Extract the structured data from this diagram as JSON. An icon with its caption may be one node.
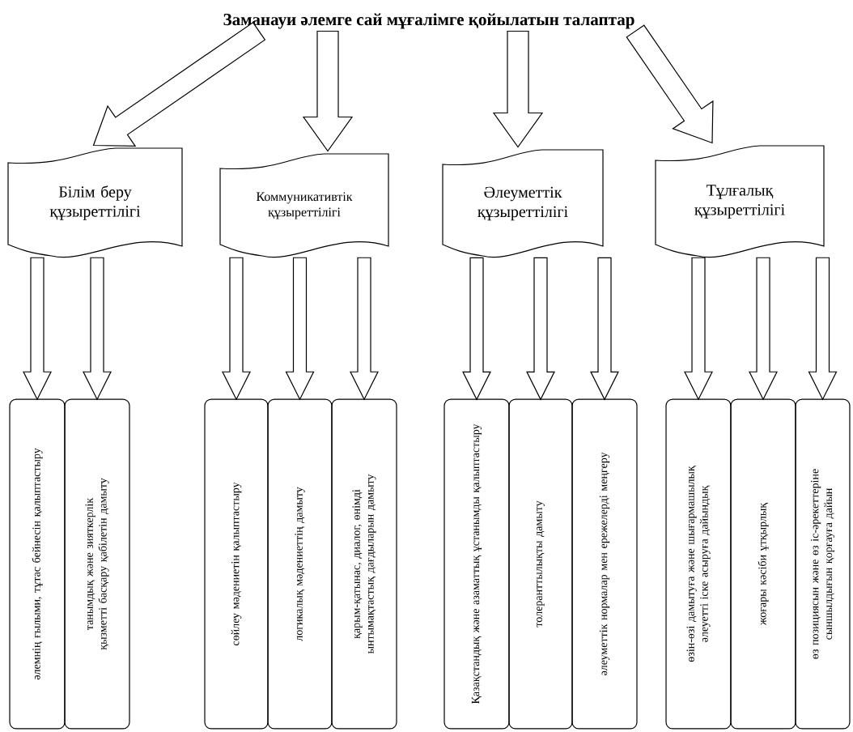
{
  "diagram": {
    "nodes": [
      {
        "text": [
          "Заманауи әлемге сай мұғалімге қойылатын талаптар"
        ]
      },
      {
        "text": [
          "Білім беру құзыреттілігі"
        ]
      },
      {
        "text": [
          "Коммуникативтік құзыреттілігі"
        ]
      },
      {
        "text": [
          "Әлеуметтік құзыреттілігі"
        ]
      },
      {
        "text": [
          "Тұлғалық құзыреттілігі"
        ]
      },
      {
        "text": [
          "әлемнің ғылыми, тұтас бейнесін қалыптастыру"
        ]
      },
      {
        "text": [
          "танымдық және зияткерлік қызметті басқару қабілетін дамыту"
        ]
      },
      {
        "text": [
          "сөйлеу мәдениетін қалыптастыру"
        ]
      },
      {
        "text": [
          "логикалық мәдениеттің дамыту"
        ]
      },
      {
        "text": [
          "қарым-қатынас, диалог, өнімді ынтымақтастық дағдыларын дамыту"
        ]
      },
      {
        "text": [
          "Қазақстандық және азаматтық ұстанымды қалыптастыру"
        ]
      },
      {
        "text": [
          "толеранттылықты дамыту"
        ]
      },
      {
        "text": [
          "әлеуметтік нормалар мен ережелерді меңгеру"
        ]
      },
      {
        "text": [
          "өзін-өзі дамытуға және шығармашылық әлеуетті іске асыруға дайындық"
        ]
      },
      {
        "text": [
          "жоғары кәсіби ұтқырлық"
        ]
      },
      {
        "text": [
          "өз позициясын және өз іс-әрекеттеріне сыншылдығын қорғауға дайын"
        ]
      }
    ],
    "edges": [
      {
        "from": 0,
        "to": 1,
        "arrow": "to"
      },
      {
        "from": 0,
        "to": 2,
        "arrow": "to"
      },
      {
        "from": 0,
        "to": 3,
        "arrow": "to"
      },
      {
        "from": 0,
        "to": 4,
        "arrow": "to"
      },
      {
        "from": 1,
        "to": 5,
        "arrow": "to"
      },
      {
        "from": 1,
        "to": 6,
        "arrow": "to"
      },
      {
        "from": 2,
        "to": 7,
        "arrow": "to"
      },
      {
        "from": 2,
        "to": 8,
        "arrow": "to"
      },
      {
        "from": 2,
        "to": 9,
        "arrow": "to"
      },
      {
        "from": 3,
        "to": 10,
        "arrow": "to"
      },
      {
        "from": 3,
        "to": 11,
        "arrow": "to"
      },
      {
        "from": 3,
        "to": 12,
        "arrow": "to"
      },
      {
        "from": 4,
        "to": 13,
        "arrow": "to"
      },
      {
        "from": 4,
        "to": 14,
        "arrow": "to"
      },
      {
        "from": 4,
        "to": 15,
        "arrow": "to"
      }
    ]
  }
}
